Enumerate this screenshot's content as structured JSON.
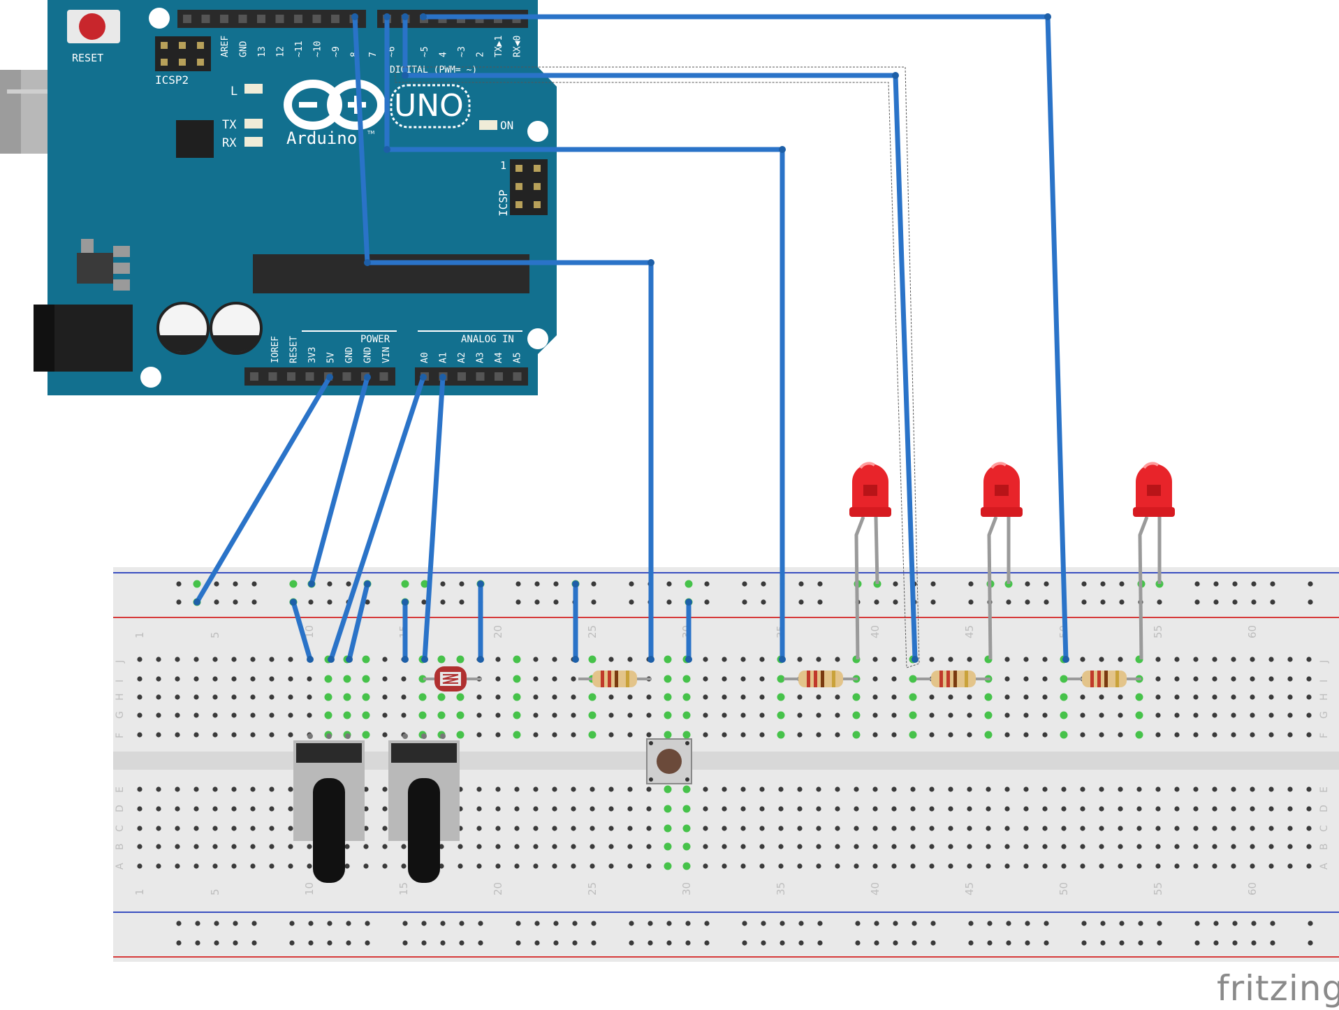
{
  "board": {
    "reset_label": "RESET",
    "icsp2_label": "ICSP2",
    "icsp_label": "ICSP",
    "icsp_pin1": "1",
    "digital_label": "DIGITAL (PWM= ~)",
    "uno_label": "UNO",
    "brand_label": "Arduino",
    "tm": "TM",
    "on_label": "ON",
    "l_label": "L",
    "tx_label": "TX",
    "rx_label": "RX",
    "digital_pins": [
      "AREF",
      "GND",
      "13",
      "12",
      "~11",
      "~10",
      "~9",
      "8",
      "7",
      "~6",
      "~5",
      "4",
      "~3",
      "2",
      "TX▶1",
      "RX◀0"
    ],
    "power_label": "POWER",
    "power_pins": [
      "IOREF",
      "RESET",
      "3V3",
      "5V",
      "GND",
      "GND",
      "VIN"
    ],
    "analog_label": "ANALOG IN",
    "analog_pins": [
      "A0",
      "A1",
      "A2",
      "A3",
      "A4",
      "A5"
    ]
  },
  "breadboard": {
    "row_letters_top": [
      "J",
      "I",
      "H",
      "G",
      "F"
    ],
    "row_letters_bottom": [
      "E",
      "D",
      "C",
      "B",
      "A"
    ],
    "column_numbers": [
      "1",
      "5",
      "10",
      "15",
      "20",
      "25",
      "30",
      "35",
      "40",
      "45",
      "50",
      "55",
      "60"
    ]
  },
  "watermark": "fritzing",
  "colors": {
    "board": "#12708f",
    "wire": "#2a73c8",
    "led": "#e8242a",
    "rail_red": "#d63a3a",
    "rail_blue": "#3a4fc0"
  }
}
